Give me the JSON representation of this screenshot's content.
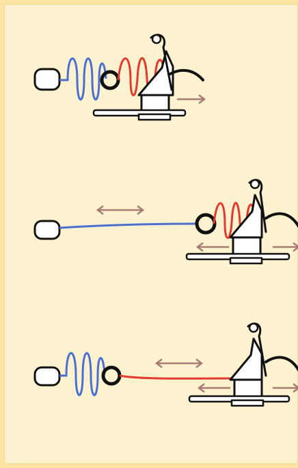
{
  "colors": {
    "background": "#fbe4a4",
    "panel": "#fdf2cf",
    "ink": "#111111",
    "blue_spring": "#4a6fd0",
    "red_spring": "#e23a2e",
    "arrow": "#a67b74"
  },
  "diagrams": [
    {
      "label": "",
      "springs": [
        "blue",
        "red"
      ],
      "arrows": [
        "right"
      ]
    },
    {
      "label": "",
      "springs": [
        "blue-stretched",
        "red"
      ],
      "arrows": [
        "double",
        "left",
        "right"
      ]
    },
    {
      "label": "",
      "springs": [
        "blue",
        "red-stretched"
      ],
      "arrows": [
        "double",
        "left",
        "right"
      ]
    }
  ]
}
